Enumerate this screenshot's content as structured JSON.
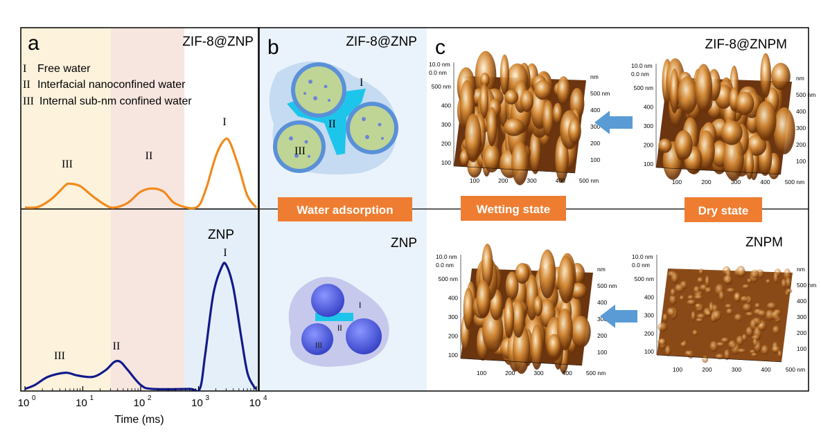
{
  "panel_a": {
    "letter": "a",
    "top_title": "ZIF-8@ZNP",
    "bottom_title": "ZNP",
    "legend": [
      {
        "roman": "I",
        "text": "Free water"
      },
      {
        "roman": "II",
        "text": "Interfacial nanoconfined water"
      },
      {
        "roman": "III",
        "text": "Internal sub-nm confined water"
      }
    ],
    "peak_labels_top": [
      "III",
      "II",
      "I"
    ],
    "peak_labels_bottom": [
      "III",
      "II",
      "I"
    ],
    "xlabel": "Time (ms)",
    "xticks": [
      {
        "base": "10",
        "exp": "0"
      },
      {
        "base": "10",
        "exp": "1"
      },
      {
        "base": "10",
        "exp": "2"
      },
      {
        "base": "10",
        "exp": "3"
      },
      {
        "base": "10",
        "exp": "4"
      }
    ],
    "colors": {
      "top": "#f28a1c",
      "bottom": "#121a8c",
      "band1": "#fdf2dc",
      "band2": "#f7e6e0",
      "band3": "#e4eff9"
    }
  },
  "chart_data": [
    {
      "type": "line",
      "title": "ZIF-8@ZNP",
      "xlabel": "Time (ms)",
      "ylabel": "",
      "xscale": "log",
      "xlim": [
        1,
        10000
      ],
      "ylim": [
        0,
        1
      ],
      "series": [
        {
          "x": [
            1,
            1.7,
            3,
            5,
            6,
            9,
            15,
            25,
            35,
            60,
            100,
            160,
            250,
            400,
            900,
            1300,
            2000,
            2800,
            3500,
            5000,
            7000,
            10000
          ],
          "y": [
            0,
            0.01,
            0.12,
            0.28,
            0.3,
            0.27,
            0.14,
            0.03,
            0,
            0.06,
            0.2,
            0.24,
            0.2,
            0.05,
            0,
            0.2,
            0.65,
            0.85,
            0.82,
            0.5,
            0.15,
            0
          ]
        }
      ]
    },
    {
      "type": "line",
      "title": "ZNP",
      "xlabel": "Time (ms)",
      "ylabel": "",
      "xscale": "log",
      "xlim": [
        1,
        10000
      ],
      "ylim": [
        0,
        1
      ],
      "series": [
        {
          "x": [
            1,
            1.5,
            2.5,
            5,
            8,
            15,
            25,
            35,
            45,
            60,
            100,
            160,
            700,
            1050,
            1300,
            1800,
            2500,
            3000,
            4000,
            5500,
            7000,
            9000,
            10000
          ],
          "y": [
            0,
            0.03,
            0.09,
            0.12,
            0.1,
            0.09,
            0.14,
            0.2,
            0.2,
            0.14,
            0.03,
            0,
            0,
            0,
            0.25,
            0.7,
            0.9,
            0.92,
            0.75,
            0.38,
            0.12,
            0.02,
            0
          ]
        }
      ]
    }
  ],
  "panel_b": {
    "letter": "b",
    "top_title": "ZIF-8@ZNP",
    "bottom_title": "ZNP",
    "top_labels": [
      "I",
      "II",
      "III"
    ],
    "bottom_labels": [
      "I",
      "II",
      "III"
    ],
    "arrow_label": "Water adsorption",
    "colors": {
      "bg": "#eaf3fb",
      "halo": "#a6c6ea",
      "water": "#1ec5ea",
      "particle_fill": "#bfd595",
      "znp": "#5565e4",
      "znp_halo": "#b6b7e6"
    }
  },
  "panel_c": {
    "letter": "c",
    "top_title": "ZIF-8@ZNPM",
    "bottom_title": "ZNPM",
    "wet_label": "Wetting state",
    "dry_label": "Dry state",
    "arrow_color": "#5a9bd5",
    "label_bg": "#ef7d31",
    "z_labels": [
      "10.0 nm",
      "0.0 nm"
    ],
    "axis_y_left": [
      "500 nm",
      "400",
      "300",
      "200",
      "100"
    ],
    "axis_y_right": [
      "nm",
      "500 nm",
      "400",
      "300",
      "200",
      "100"
    ],
    "axis_x": [
      "100",
      "200",
      "300",
      "400",
      "500 nm"
    ]
  }
}
